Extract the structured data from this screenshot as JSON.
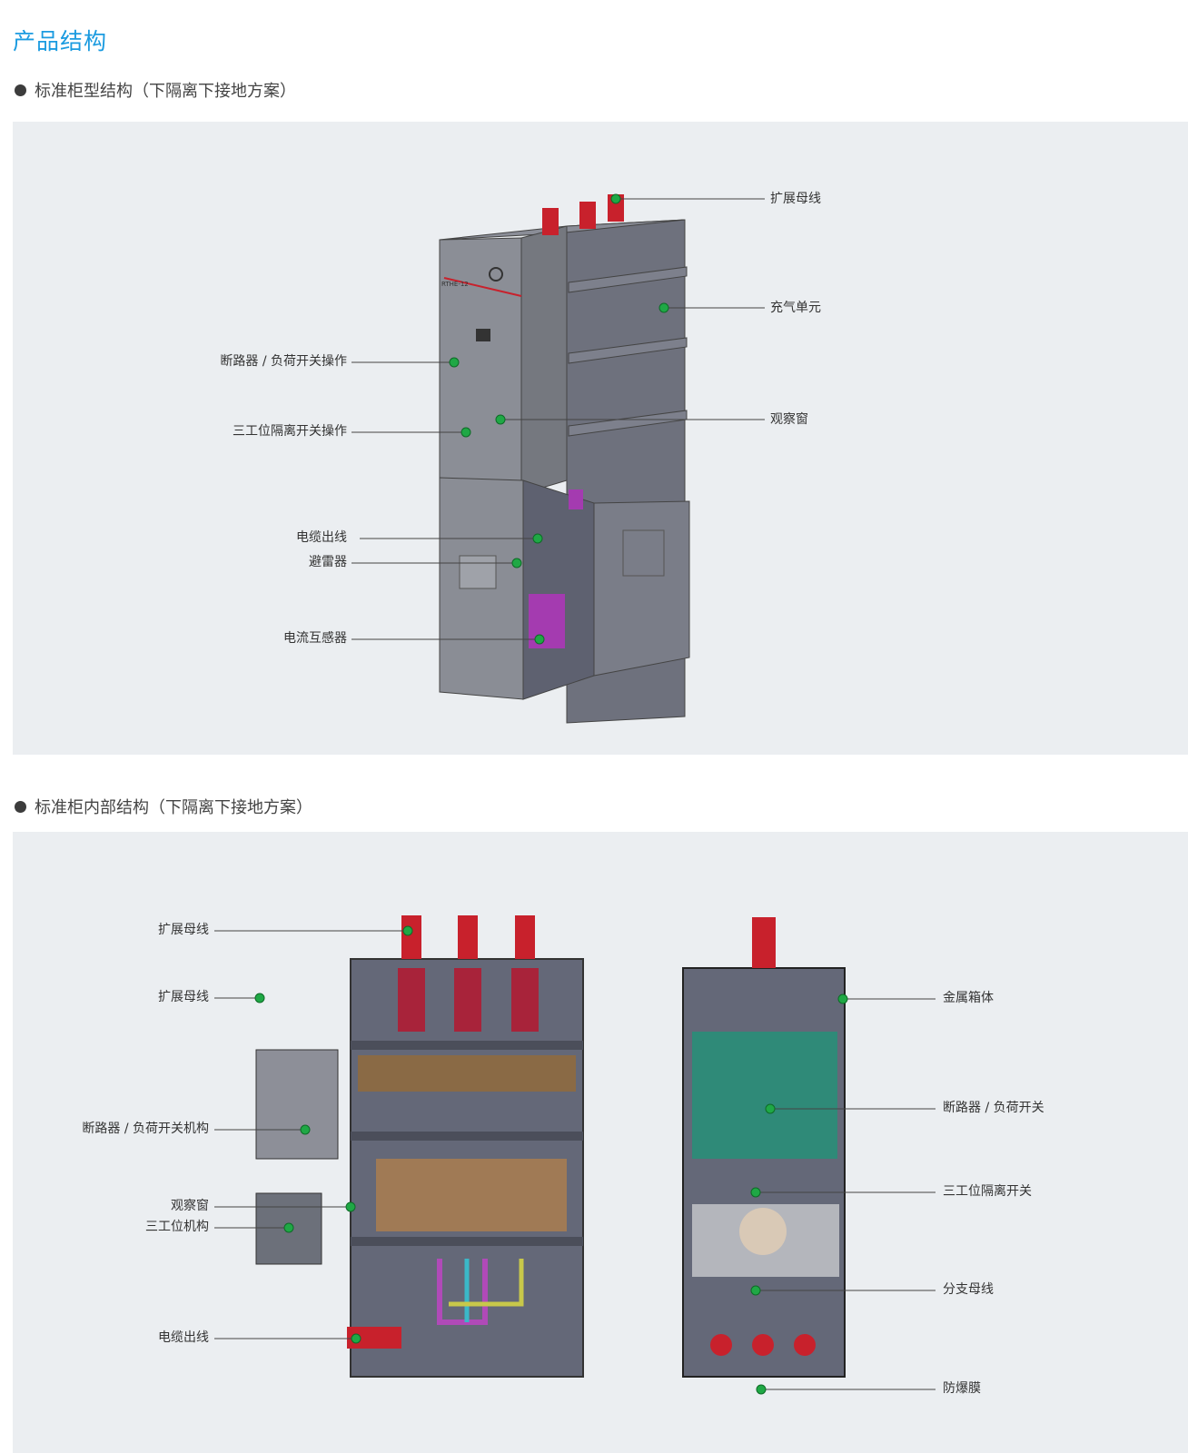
{
  "page_title": "产品结构",
  "section1": {
    "heading": "标准柜型结构（下隔离下接地方案）",
    "panel_model_label": "RTHE-12",
    "callouts_right": [
      "扩展母线",
      "充气单元",
      "观察窗"
    ],
    "callouts_left": [
      "断路器 / 负荷开关操作",
      "三工位隔离开关操作",
      "电缆出线",
      "避雷器",
      "电流互感器"
    ]
  },
  "section2": {
    "heading": "标准柜内部结构（下隔离下接地方案）",
    "callouts_left": [
      "扩展母线",
      "扩展母线",
      "断路器 / 负荷开关机构",
      "观察窗",
      "三工位机构",
      "电缆出线"
    ],
    "callouts_right": [
      "金属箱体",
      "断路器 / 负荷开关",
      "三工位隔离开关",
      "分支母线",
      "防爆膜"
    ]
  },
  "colors": {
    "accent": "#1b9be0",
    "panel_bg": "#ebeef1",
    "marker": "#1fa845",
    "bushing": "#c8212c",
    "cabinet": "#6b6e7c"
  }
}
